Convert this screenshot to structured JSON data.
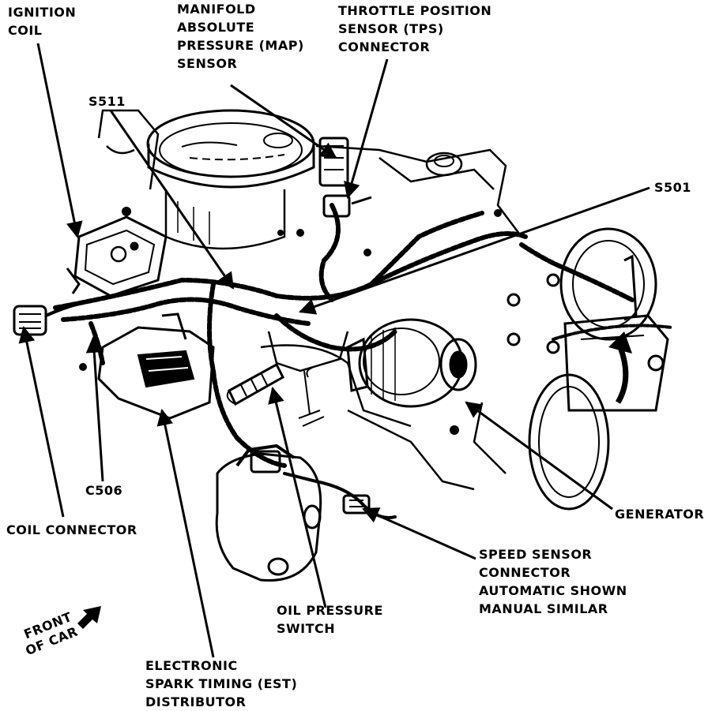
{
  "labels": {
    "ignition_coil": [
      "IGNITION",
      "COIL"
    ],
    "map_sensor": [
      "MANIFOLD",
      "ABSOLUTE",
      "PRESSURE (MAP)",
      "SENSOR"
    ],
    "tps_connector": [
      "THROTTLE POSITION",
      "SENSOR (TPS)",
      "CONNECTOR"
    ],
    "s511": "S511",
    "s501": "S501",
    "c506": "C506",
    "coil_connector": "COIL CONNECTOR",
    "generator": "GENERATOR",
    "speed_sensor": [
      "SPEED SENSOR",
      "CONNECTOR",
      "AUTOMATIC SHOWN",
      "MANUAL SIMILAR"
    ],
    "oil_pressure": [
      "OIL PRESSURE",
      "SWITCH"
    ],
    "est_distributor": [
      "ELECTRONIC",
      "SPARK TIMING (EST)",
      "DISTRIBUTOR"
    ],
    "front_of_car": [
      "FRONT",
      "OF CAR"
    ]
  },
  "colors": {
    "ink": "#000000",
    "paper": "#ffffff"
  }
}
